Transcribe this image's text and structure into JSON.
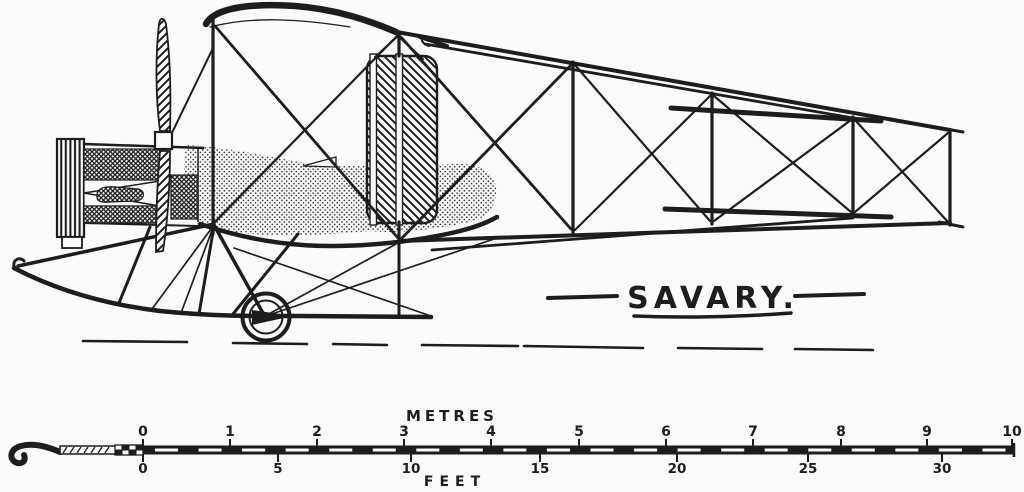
{
  "figure": {
    "title": "SAVARY."
  },
  "scale_bar": {
    "metres": {
      "label": "METRES",
      "ticks": [
        "0",
        "1",
        "2",
        "3",
        "4",
        "5",
        "6",
        "7",
        "8",
        "9",
        "10"
      ]
    },
    "feet": {
      "label": "FEET",
      "ticks": [
        "0",
        "5",
        "10",
        "15",
        "20",
        "25",
        "30"
      ]
    }
  },
  "colors": {
    "ink": "#1d1d1b",
    "paper": "#fbfbf8"
  }
}
